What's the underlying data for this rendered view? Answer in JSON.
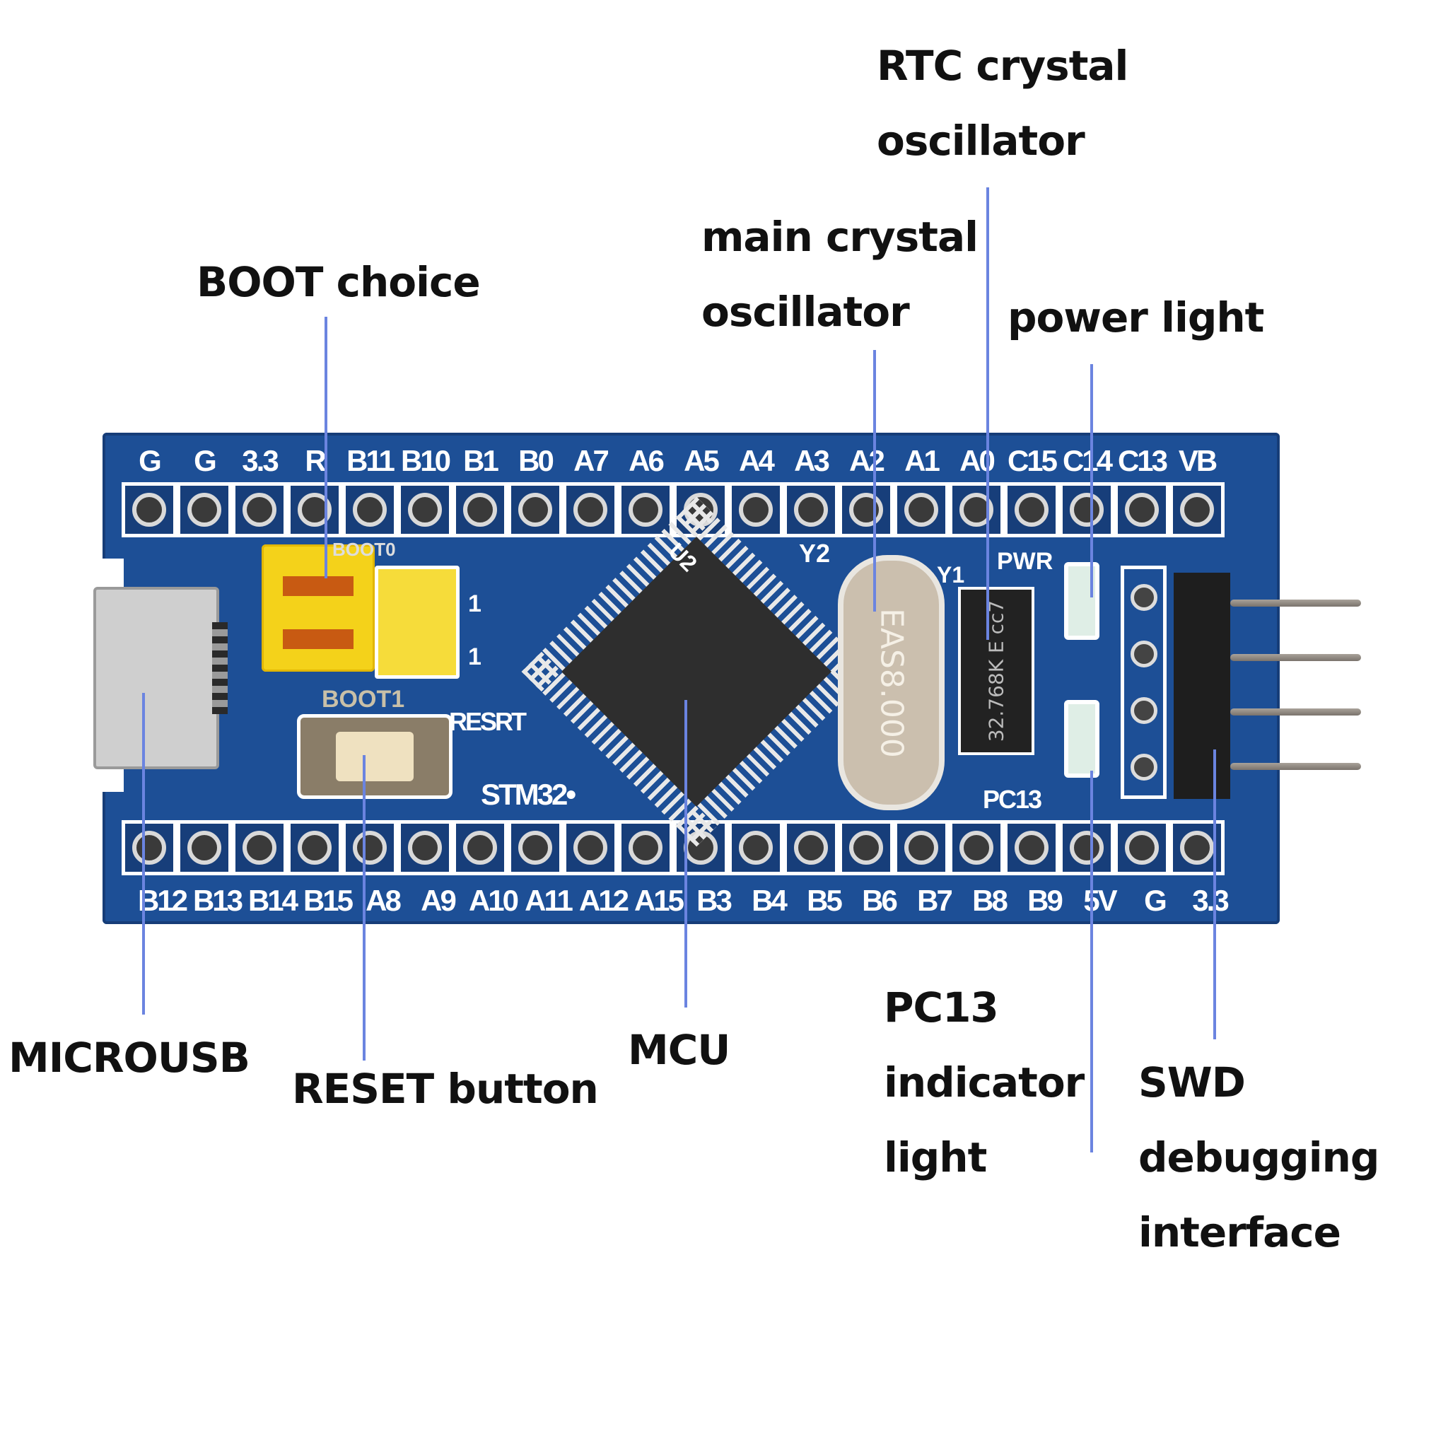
{
  "title": "STM32 development board component diagram",
  "callouts": {
    "boot_choice": [
      "BOOT choice"
    ],
    "main_crystal": [
      "main crystal",
      "oscillator"
    ],
    "rtc_crystal": [
      "RTC crystal",
      "oscillator"
    ],
    "power_light": [
      "power light"
    ],
    "microusb": [
      "MICROUSB"
    ],
    "reset_button": [
      "RESET button"
    ],
    "mcu": [
      "MCU"
    ],
    "pc13_light": [
      "PC13",
      "indicator",
      "light"
    ],
    "swd": [
      "SWD",
      "debugging",
      "interface"
    ]
  },
  "board": {
    "top_pin_labels": [
      "G",
      "G",
      "3.3",
      "R",
      "B11",
      "B10",
      "B1",
      "B0",
      "A7",
      "A6",
      "A5",
      "A4",
      "A3",
      "A2",
      "A1",
      "A0",
      "C15",
      "C14",
      "C13",
      "VB"
    ],
    "bottom_pin_labels": [
      "B12",
      "B13",
      "B14",
      "B15",
      "A8",
      "A9",
      "A10",
      "A11",
      "A12",
      "A15",
      "B3",
      "B4",
      "B5",
      "B6",
      "B7",
      "B8",
      "B9",
      "5V",
      "G",
      "3.3"
    ],
    "silkscreen": {
      "boot0": "BOOT0",
      "boot1": "BOOT1",
      "jumper_1a": "1",
      "jumper_1b": "1",
      "reset": "RESRT",
      "stm32": "STM32•",
      "u2": "U2",
      "y2": "Y2",
      "y1": "Y1",
      "pwr": "PWR",
      "pc13": "PC13"
    },
    "main_crystal_marking": "EAS8.000",
    "rtc_crystal_marking": "32.768K E cc7"
  },
  "colors": {
    "pcb": "#1d4f96",
    "leader": "#6b84e0",
    "jumper": "#f4d21a"
  }
}
